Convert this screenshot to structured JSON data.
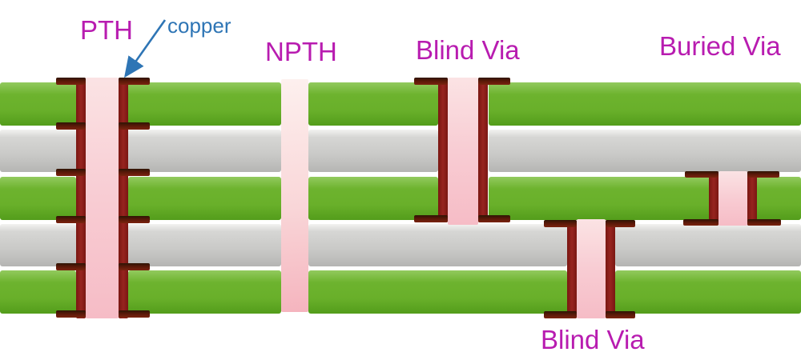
{
  "diagram": {
    "labels": {
      "pth": "PTH",
      "copper_callout": "copper",
      "npth": "NPTH",
      "blind_via_top": "Blind Via",
      "buried_via": "Buried Via",
      "blind_via_bottom": "Blind Via"
    },
    "colors": {
      "label_magenta": "#b81cb0",
      "callout_blue": "#2e75b5",
      "substrate_green": "#69b02a",
      "prepreg_gray": "#c9c9c7",
      "copper_plating_red": "#8e1f1c",
      "copper_pad_brown": "#6e1c0c",
      "hole_pink": "#f8ccd3",
      "background": "#ffffff"
    },
    "structure": {
      "layer_stack": [
        "substrate-green",
        "prepreg-gray",
        "substrate-green",
        "prepreg-gray",
        "substrate-green"
      ],
      "vias": [
        {
          "type": "PTH",
          "plated": true,
          "span": "through all layers"
        },
        {
          "type": "NPTH",
          "plated": false,
          "span": "through all layers"
        },
        {
          "type": "Blind Via",
          "plated": true,
          "span": "top surface to inner layer"
        },
        {
          "type": "Buried Via",
          "plated": true,
          "span": "inner layers only"
        },
        {
          "type": "Blind Via",
          "plated": true,
          "span": "bottom surface to inner layer"
        }
      ]
    }
  }
}
